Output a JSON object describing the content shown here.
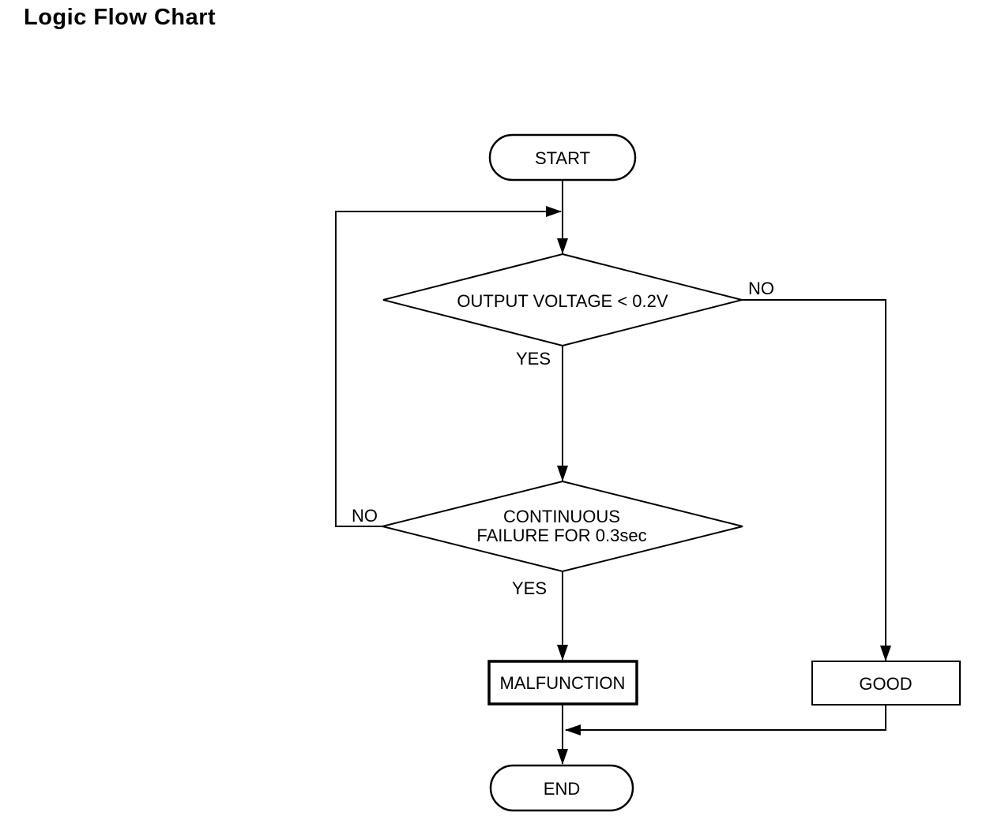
{
  "title": "Logic Flow Chart",
  "colors": {
    "ink": "#000000",
    "background": "#ffffff"
  },
  "flowchart": {
    "start": {
      "label": "START"
    },
    "decision1": {
      "label": "OUTPUT VOLTAGE < 0.2V",
      "yes_label": "YES",
      "no_label": "NO"
    },
    "decision2": {
      "line1": "CONTINUOUS",
      "line2": "FAILURE FOR 0.3sec",
      "yes_label": "YES",
      "no_label": "NO"
    },
    "malfunction": {
      "label": "MALFUNCTION"
    },
    "good": {
      "label": "GOOD"
    },
    "end": {
      "label": "END"
    }
  }
}
